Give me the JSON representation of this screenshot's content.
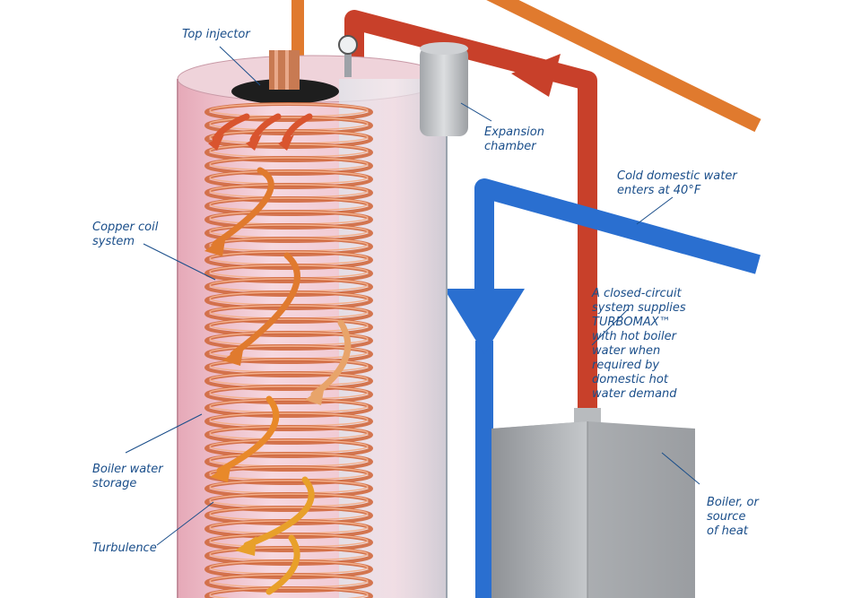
{
  "labels": {
    "top_injector": "Top injector",
    "expansion_chamber": [
      "Expansion",
      "chamber"
    ],
    "cold_water": [
      "Cold domestic water",
      "enters at 40°F"
    ],
    "copper_coil": [
      "Copper coil",
      "system"
    ],
    "closed_circuit": [
      "A closed-circuit",
      "system supplies",
      "TURBOMAX™",
      "with hot boiler",
      "water when",
      "required by",
      "domestic hot",
      "water demand"
    ],
    "boiler_water_storage": [
      "Boiler water",
      "storage"
    ],
    "turbulence": "Turbulence",
    "boiler": [
      "Boiler, or",
      "source",
      "of heat"
    ]
  },
  "colors": {
    "label_text": "#1a4e8a",
    "hot_pipe": "#c8402a",
    "cold_pipe": "#2a6fd0",
    "supply_pipe": "#e07a2e",
    "copper_coil": "#d0693e",
    "tank_pink": "#f1c9d2",
    "boiler_gray": "#a9acb0",
    "flow_arrow": "#e8892a"
  }
}
